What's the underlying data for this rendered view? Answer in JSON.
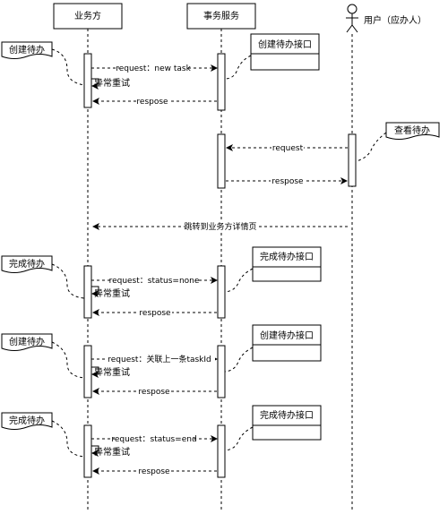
{
  "participants": {
    "business": "业务方",
    "service": "事务服务",
    "user": "用户（应办人）"
  },
  "notes": {
    "n1": "创建待办",
    "n2": "查看待办",
    "n3": "完成待办",
    "n4": "创建待办",
    "n5": "完成待办"
  },
  "boxes": {
    "b1": "创建待办接口",
    "b2": "完成待办接口",
    "b3": "创建待办接口",
    "b4": "完成待办接口"
  },
  "messages": {
    "m1": "request：new task",
    "m2": "respose",
    "m3": "request",
    "m4": "respose",
    "m5": "跳转到业务方详情页",
    "m6": "request：status=none",
    "m7": "respose",
    "m8": "request：关联上一条taskId",
    "m9": "respose",
    "m10": "request：status=end",
    "m11": "respose"
  },
  "retry": {
    "r1": "异常重试",
    "r2": "异常重试",
    "r3": "异常重试",
    "r4": "异常重试"
  }
}
